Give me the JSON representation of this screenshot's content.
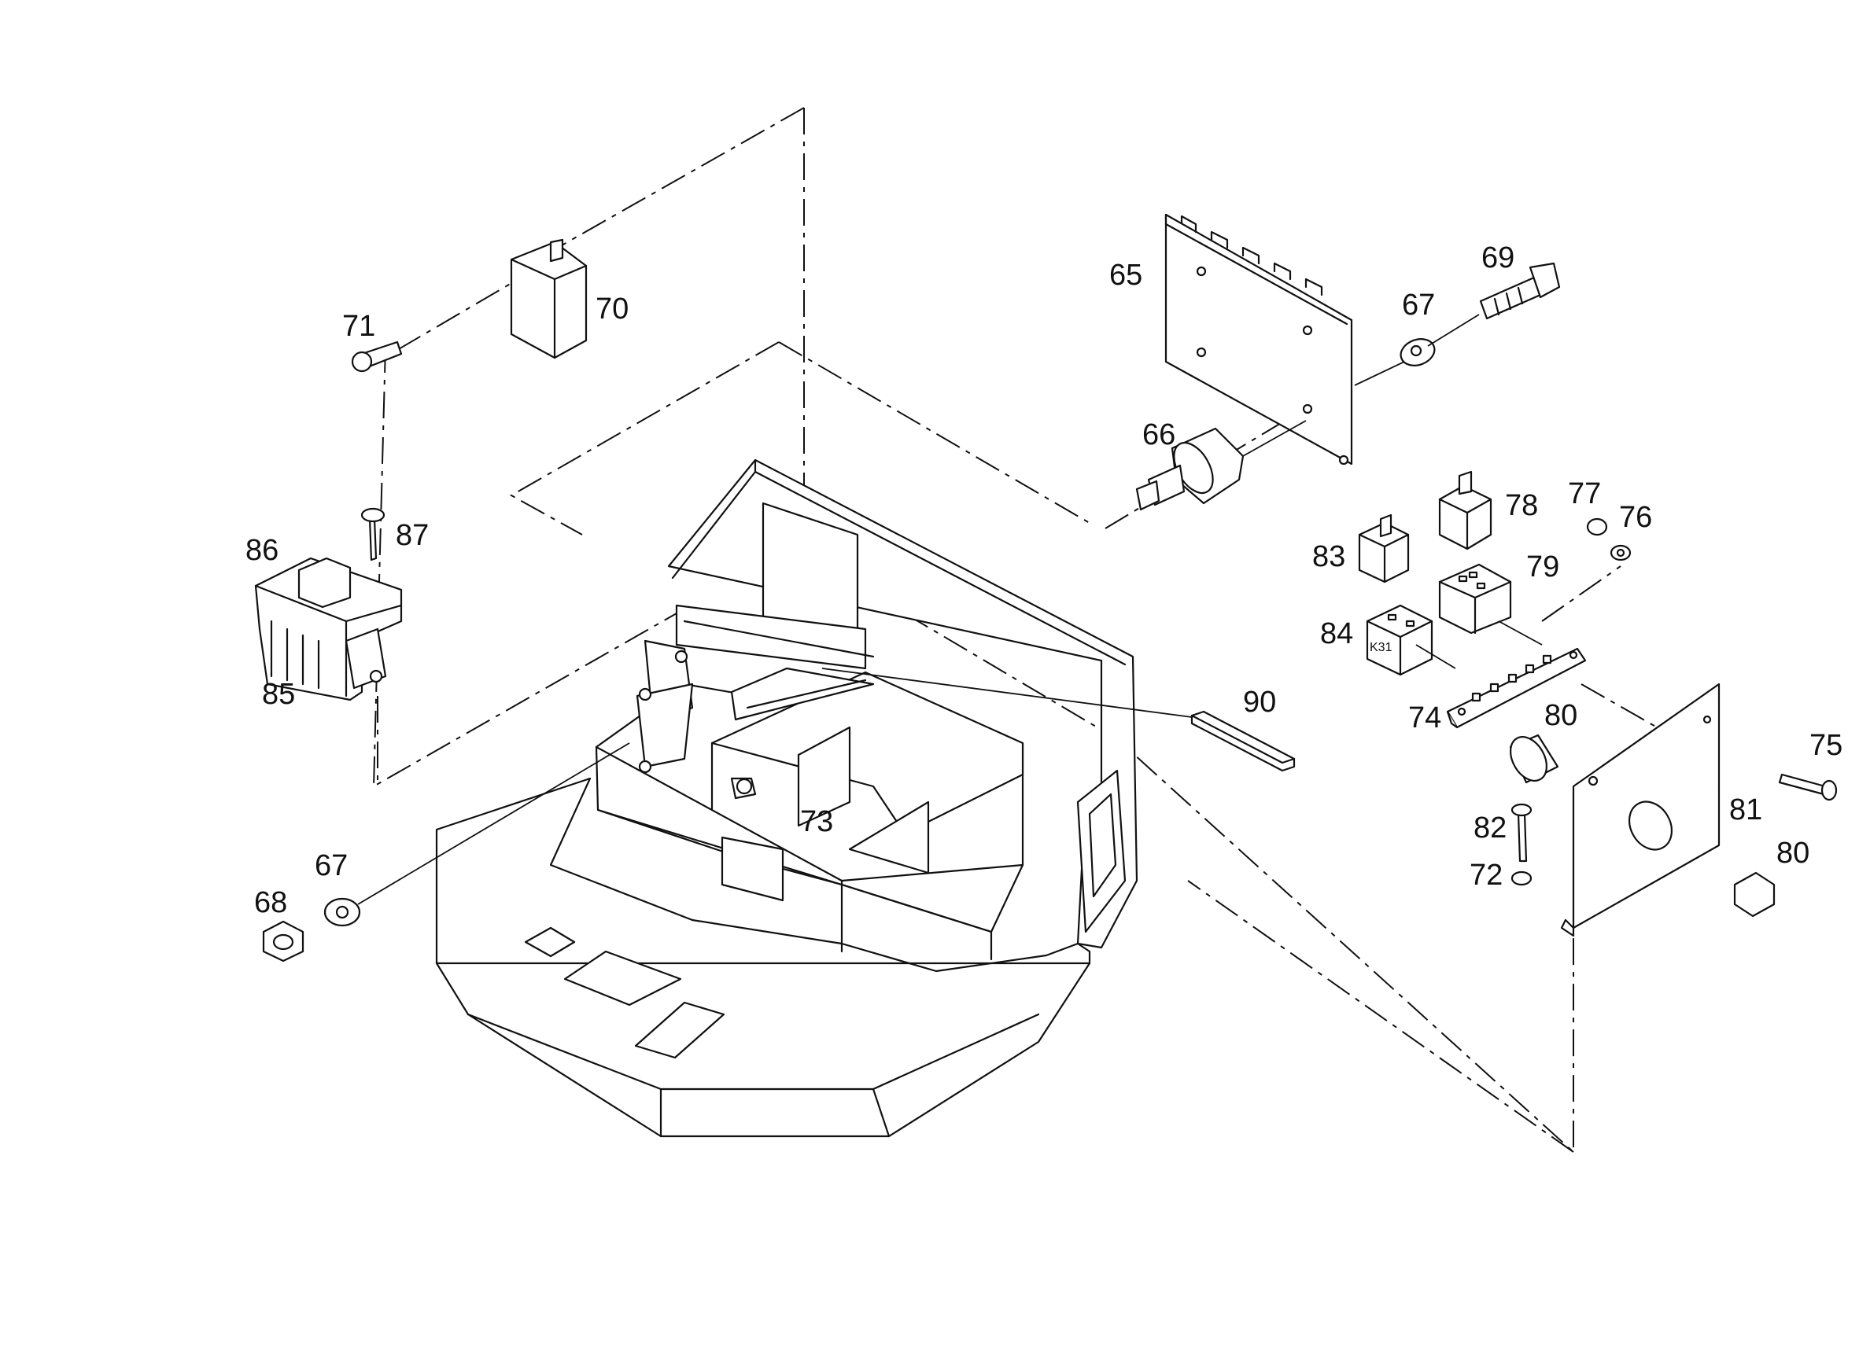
{
  "part_labels": [
    {
      "id": "p65",
      "text": "65"
    },
    {
      "id": "p66",
      "text": "66"
    },
    {
      "id": "p67a",
      "text": "67"
    },
    {
      "id": "p69",
      "text": "69"
    },
    {
      "id": "p70",
      "text": "70"
    },
    {
      "id": "p71",
      "text": "71"
    },
    {
      "id": "p86",
      "text": "86"
    },
    {
      "id": "p87",
      "text": "87"
    },
    {
      "id": "p85",
      "text": "85"
    },
    {
      "id": "p77",
      "text": "77"
    },
    {
      "id": "p76",
      "text": "76"
    },
    {
      "id": "p78",
      "text": "78"
    },
    {
      "id": "p83",
      "text": "83"
    },
    {
      "id": "p79",
      "text": "79"
    },
    {
      "id": "p84",
      "text": "84"
    },
    {
      "id": "p74",
      "text": "74"
    },
    {
      "id": "p90",
      "text": "90"
    },
    {
      "id": "p80a",
      "text": "80"
    },
    {
      "id": "p75",
      "text": "75"
    },
    {
      "id": "p81",
      "text": "81"
    },
    {
      "id": "p82",
      "text": "82"
    },
    {
      "id": "p80b",
      "text": "80"
    },
    {
      "id": "p72",
      "text": "72"
    },
    {
      "id": "p73",
      "text": "73"
    },
    {
      "id": "p67b",
      "text": "67"
    },
    {
      "id": "p68",
      "text": "68"
    }
  ],
  "relay_marking": "K31"
}
